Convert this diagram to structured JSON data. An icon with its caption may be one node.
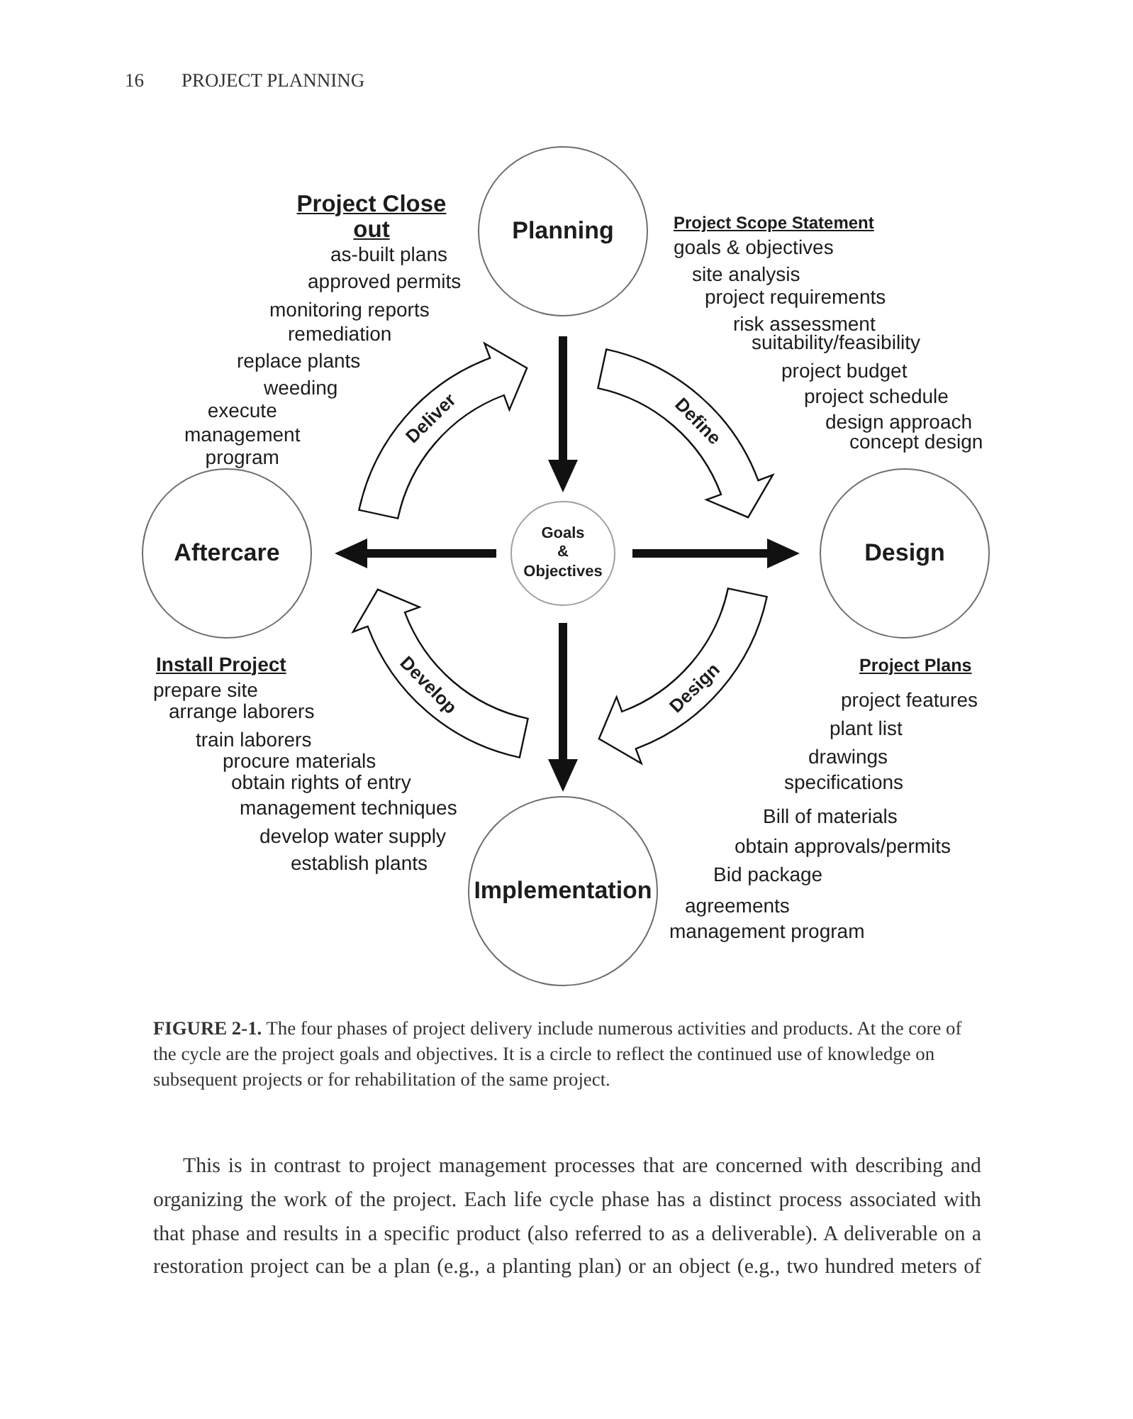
{
  "diagram": {
    "caption": "**FIGURE 2-1.** The four phases of project delivery include numerous activities and products. At the core of the cycle are the project goals and objectives. It is a circle to reflect the continued use of knowledge on subsequent projects or for rehabilitation of the same project.",
    "nodes": [
      {
        "text": [
          "Planning"
        ]
      },
      {
        "text": [
          "Aftercare"
        ]
      },
      {
        "text": [
          "Goals & Objectives"
        ]
      },
      {
        "text": [
          "Design"
        ]
      },
      {
        "text": [
          "Implementation"
        ]
      }
    ],
    "edges": [
      {
        "from": 0,
        "to": 2,
        "arrow": "to",
        "style": "thick"
      },
      {
        "from": 2,
        "to": 3,
        "arrow": "to",
        "style": "thick"
      },
      {
        "from": 2,
        "to": 1,
        "arrow": "to",
        "style": "thick"
      },
      {
        "from": 2,
        "to": 4,
        "arrow": "to",
        "style": "thick"
      },
      {
        "from": 0,
        "to": 3,
        "arrow": "to",
        "label": "Define"
      },
      {
        "from": 3,
        "to": 4,
        "arrow": "to",
        "label": "Design"
      },
      {
        "from": 4,
        "to": 1,
        "arrow": "to",
        "label": "Develop"
      },
      {
        "from": 1,
        "to": 0,
        "arrow": "to",
        "label": "Deliver"
      }
    ],
    "labels": [
      "16",
      "PROJECT PLANNING",
      "Project Close out",
      "as-built plans",
      "approved permits",
      "monitoring reports",
      "remediation",
      "replace plants",
      "weeding",
      "execute management program",
      "Project Scope Statement",
      "goals & objectives",
      "site analysis",
      "project requirements",
      "risk assessment",
      "suitability/feasibility",
      "project budget",
      "project schedule",
      "design approach",
      "concept design",
      "Install Project",
      "prepare site",
      "arrange laborers",
      "train laborers",
      "procure materials",
      "obtain rights of entry",
      "management techniques",
      "develop water supply",
      "establish plants",
      "Project Plans",
      "project features",
      "plant list",
      "drawings",
      "specifications",
      "Bill of materials",
      "obtain approvals/permits",
      "Bid package",
      "agreements",
      "management program",
      "This is in contrast to project management processes that are concerned with describing and organizing the work of the project. Each life cycle phase has a distinct process associated with that phase and results in a specific product (also referred to as a deliverable). A deliverable on a restoration project can be a plan (e.g., a planting plan) or an object (e.g., two hundred meters of"
    ]
  }
}
